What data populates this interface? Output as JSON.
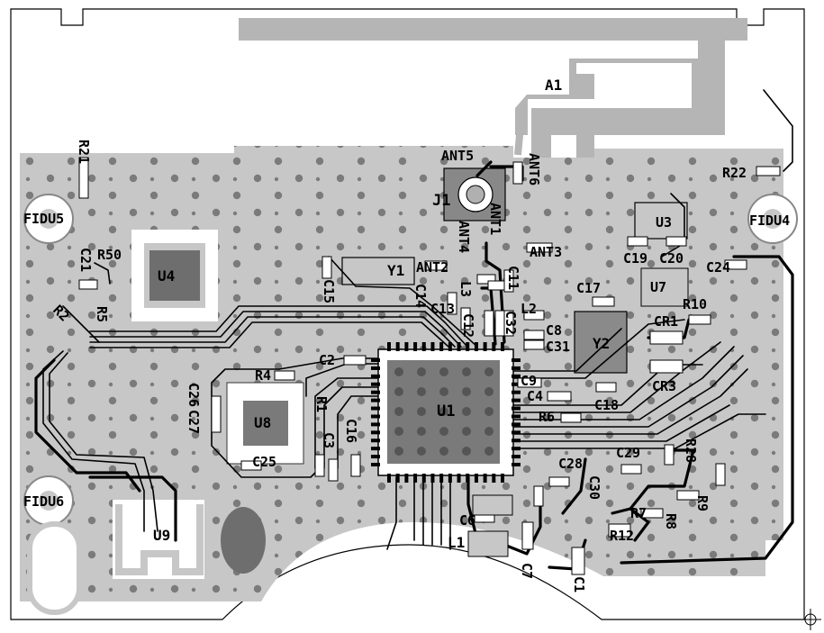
{
  "board": {
    "antenna": "A1",
    "connector": "J1",
    "mcu": "U1"
  },
  "components": {
    "fiducials": [
      "FIDU5",
      "FIDU4",
      "FIDU6"
    ],
    "ics": [
      "U4",
      "U3",
      "U7",
      "U8",
      "U9",
      "U1"
    ],
    "crystals": [
      "Y1",
      "Y2"
    ],
    "inductors": [
      "L3",
      "L2",
      "L1"
    ],
    "antenna_pads": [
      "ANT5",
      "ANT6",
      "ANT1",
      "ANT3",
      "ANT2",
      "ANT4"
    ],
    "capacitors": [
      "C21",
      "C15",
      "C14",
      "C13",
      "C11",
      "C17",
      "C8",
      "C31",
      "C32",
      "C2",
      "C9",
      "C4",
      "C18",
      "C19",
      "C20",
      "C24",
      "C26",
      "C27",
      "C25",
      "C16",
      "C3",
      "C29",
      "C30",
      "C1",
      "C6",
      "C7",
      "C28"
    ],
    "resistors": [
      "R21",
      "R50",
      "R2",
      "R5",
      "R4",
      "R10",
      "CR1",
      "CR3",
      "R6",
      "R22",
      "R28",
      "R9",
      "R8",
      "R12",
      "R7",
      "R1",
      "C12"
    ]
  },
  "labels": {
    "A1": "A1",
    "J1": "J1",
    "U1": "U1",
    "U3": "U3",
    "U4": "U4",
    "U7": "U7",
    "U8": "U8",
    "U9": "U9",
    "Y1": "Y1",
    "Y2": "Y2",
    "L1": "L1",
    "L2": "L2",
    "L3": "L3",
    "ANT1": "ANT1",
    "ANT2": "ANT2",
    "ANT3": "ANT3",
    "ANT4": "ANT4",
    "ANT5": "ANT5",
    "ANT6": "ANT6",
    "FIDU4": "FIDU4",
    "FIDU5": "FIDU5",
    "FIDU6": "FIDU6",
    "R21": "R21",
    "R50": "R50",
    "C21": "C21",
    "R2": "R2",
    "R5": "R5",
    "C15": "C15",
    "C14": "C14",
    "C13": "C13",
    "C11": "C11",
    "C17": "C17",
    "C8": "C8",
    "C31": "C31",
    "C32": "C32",
    "C2": "C2",
    "R4": "R4",
    "C26": "C26",
    "C27": "C27",
    "C25": "C25",
    "R1": "R1",
    "C16": "C16",
    "C3": "C3",
    "C9": "C9",
    "C4": "C4",
    "R6": "R6",
    "C18": "C18",
    "C19": "C19",
    "C20": "C20",
    "C24": "C24",
    "R10": "R10",
    "CR1": "CR1",
    "CR3": "CR3",
    "R22": "R22",
    "R28": "R28",
    "C29": "C29",
    "C12": "C12",
    "C30": "C30",
    "R9": "R9",
    "R8": "R8",
    "R12": "R12",
    "R7": "R7",
    "C1": "C1",
    "C6": "C6",
    "C7": "C7",
    "C28": "C28"
  }
}
